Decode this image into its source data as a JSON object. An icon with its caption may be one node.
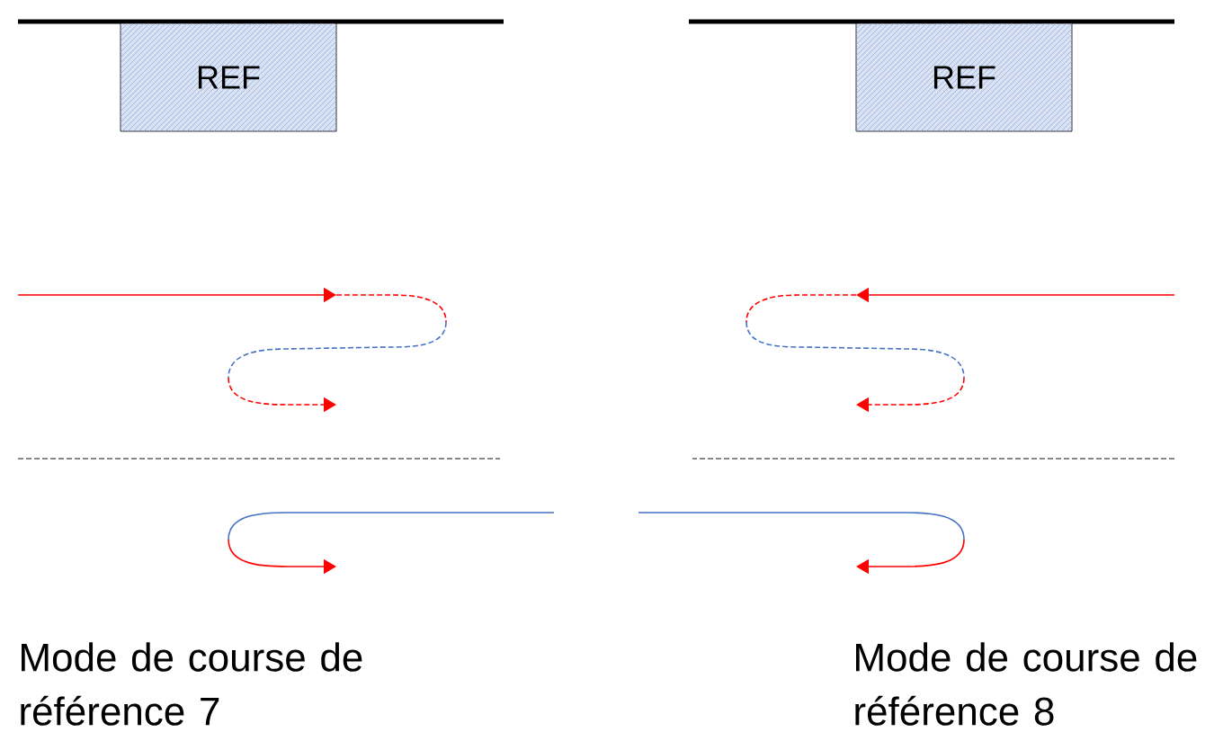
{
  "diagram": {
    "nodes": [
      {
        "text": [
          "REF"
        ]
      },
      {
        "text": [
          "REF"
        ]
      }
    ],
    "labels": [
      "Mode de course de référence 7",
      "Mode de course de référence 8"
    ]
  }
}
